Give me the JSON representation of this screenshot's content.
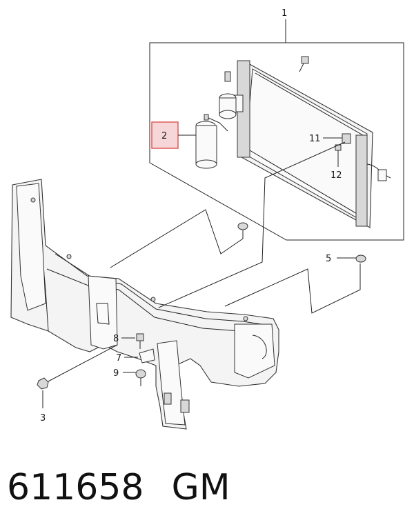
{
  "callouts": {
    "c1": "1",
    "c2": "2",
    "c3": "3",
    "c5": "5",
    "c7": "7",
    "c8": "8",
    "c9": "9",
    "c11": "11",
    "c12": "12"
  },
  "highlight_color": "#e05a5a",
  "caption": {
    "part_number": "611658",
    "brand": "GM"
  }
}
